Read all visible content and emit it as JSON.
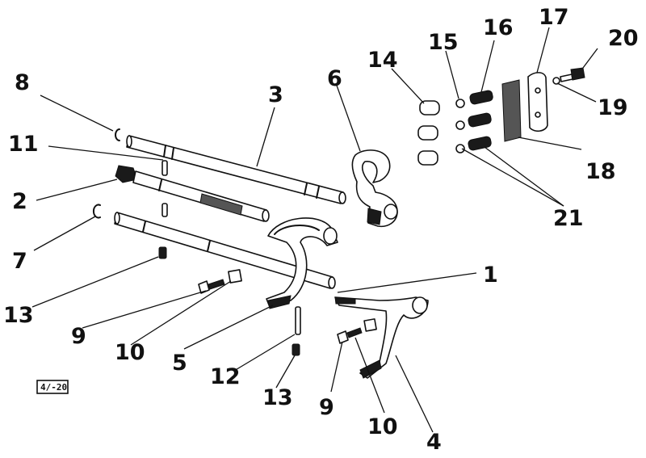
{
  "figure_code": "4/-20",
  "callouts": [
    {
      "id": "1",
      "label": "1"
    },
    {
      "id": "2",
      "label": "2"
    },
    {
      "id": "3",
      "label": "3"
    },
    {
      "id": "4",
      "label": "4"
    },
    {
      "id": "5",
      "label": "5"
    },
    {
      "id": "6",
      "label": "6"
    },
    {
      "id": "7",
      "label": "7"
    },
    {
      "id": "8",
      "label": "8"
    },
    {
      "id": "9a",
      "label": "9"
    },
    {
      "id": "9b",
      "label": "9"
    },
    {
      "id": "10a",
      "label": "10"
    },
    {
      "id": "10b",
      "label": "10"
    },
    {
      "id": "11",
      "label": "11"
    },
    {
      "id": "12",
      "label": "12"
    },
    {
      "id": "13a",
      "label": "13"
    },
    {
      "id": "13b",
      "label": "13"
    },
    {
      "id": "14",
      "label": "14"
    },
    {
      "id": "15",
      "label": "15"
    },
    {
      "id": "16",
      "label": "16"
    },
    {
      "id": "17",
      "label": "17"
    },
    {
      "id": "18",
      "label": "18"
    },
    {
      "id": "19",
      "label": "19"
    },
    {
      "id": "20",
      "label": "20"
    },
    {
      "id": "21",
      "label": "21"
    }
  ]
}
